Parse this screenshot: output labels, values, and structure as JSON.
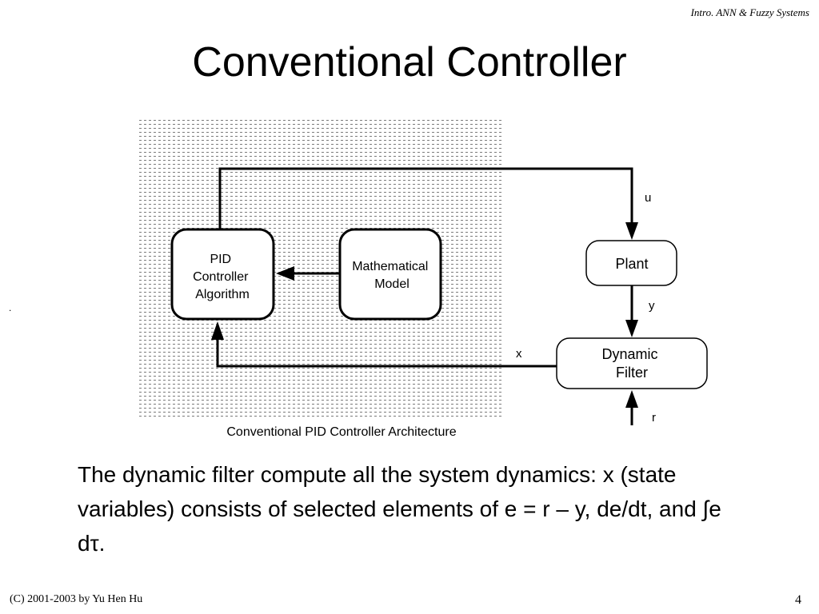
{
  "header": {
    "course_title": "Intro. ANN & Fuzzy Systems"
  },
  "slide": {
    "title": "Conventional Controller"
  },
  "diagram": {
    "blocks": {
      "pid": [
        "PID",
        "Controller",
        "Algorithm"
      ],
      "model": [
        "Mathematical",
        "Model"
      ],
      "plant": [
        "Plant"
      ],
      "filter": [
        "Dynamic",
        "Filter"
      ]
    },
    "signals": {
      "u": "u",
      "y": "y",
      "x": "x",
      "r": "r"
    },
    "caption": "Conventional PID Controller Architecture",
    "region_fill": "#d0d0d0"
  },
  "body": {
    "paragraph": "The dynamic filter compute all the system dynamics: x (state variables) consists of selected elements of e = r – y, de/dt, and ∫e dτ."
  },
  "footer": {
    "copyright": "(C) 2001-2003 by Yu Hen Hu",
    "page_number": "4"
  },
  "stray_mark": "."
}
